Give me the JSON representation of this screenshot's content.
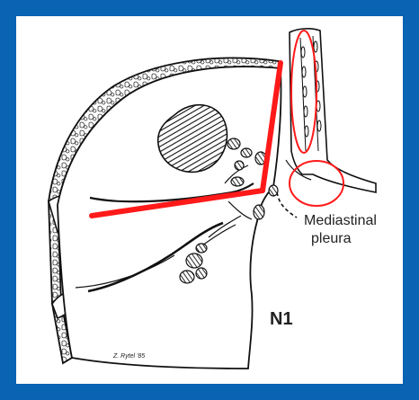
{
  "labels": {
    "mediastinal_line1": "Mediastinal",
    "mediastinal_line2": "pleura",
    "stage": "N1",
    "signature": "Z. Rytel '85"
  },
  "colors": {
    "frame": "#0a63b3",
    "panel": "#ffffff",
    "annotation_red": "#ff1a1a",
    "ink": "#1a1a1a"
  }
}
